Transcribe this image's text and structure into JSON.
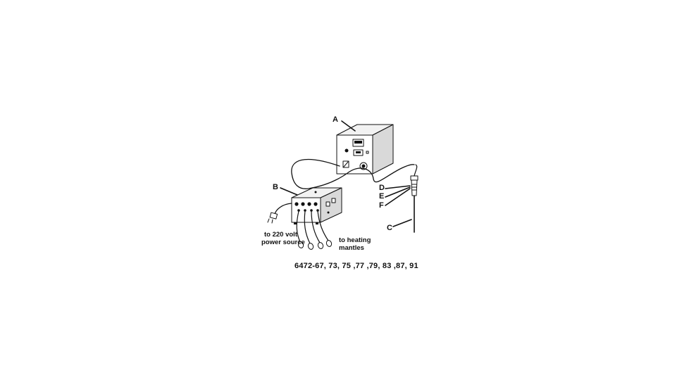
{
  "labels": {
    "a": "A",
    "b": "B",
    "c": "C",
    "d": "D",
    "e": "E",
    "f": "F"
  },
  "notes": {
    "power_line1": "to 220 volt",
    "power_line2": "power source",
    "heating_line1": "to heating",
    "heating_line2": "mantles"
  },
  "caption": "6472-67, 73, 75 ,77 ,79, 83 ,87, 91",
  "colors": {
    "ink": "#111111",
    "background": "#ffffff"
  }
}
